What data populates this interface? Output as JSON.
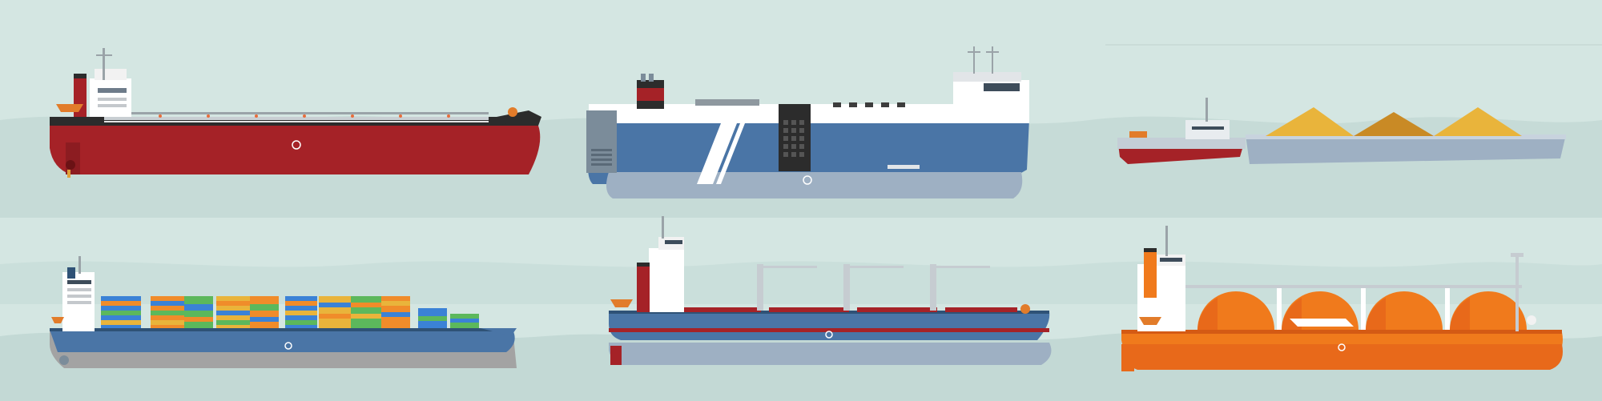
{
  "scene": {
    "description_free": true,
    "colors": {
      "sky": "#d4e6e2",
      "wave": "#c3d9d5",
      "wave_dark": "#b6cfcb",
      "hull_red": "#a52227",
      "hull_dark": "#2c2c2c",
      "hull_blue": "#4a75a6",
      "hull_grey": "#9eb0c3",
      "hull_orange": "#f07a1c",
      "white": "#ffffff",
      "sand": "#e9b43b",
      "sand_dark": "#c98a25",
      "steel": "#7b8c9a"
    }
  },
  "vessels": [
    {
      "id": "tanker",
      "icon": "crude-tanker"
    },
    {
      "id": "roro",
      "icon": "ro-ro-car-carrier"
    },
    {
      "id": "barge",
      "icon": "tug-and-bulk-barge"
    },
    {
      "id": "container",
      "icon": "container-ship"
    },
    {
      "id": "bulk",
      "icon": "bulk-carrier"
    },
    {
      "id": "lng",
      "icon": "lng-carrier"
    }
  ]
}
